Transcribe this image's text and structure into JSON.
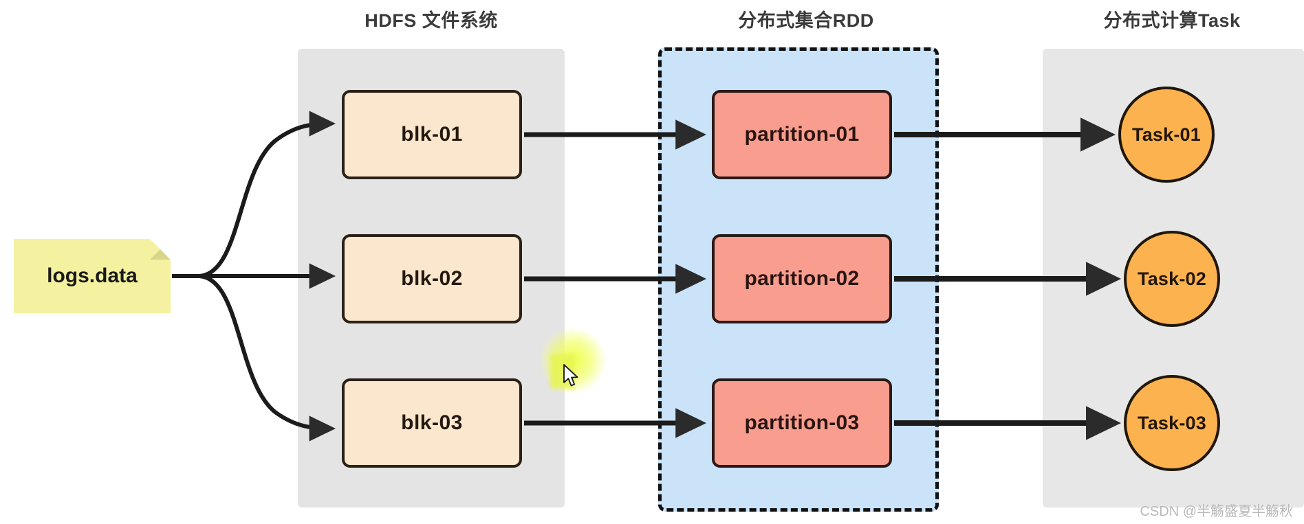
{
  "columns": {
    "hdfs_title": "HDFS 文件系统",
    "rdd_title": "分布式集合RDD",
    "task_title": "分布式计算Task"
  },
  "source": {
    "label": "logs.data",
    "icon": "file-note-icon",
    "color": "#f4f2a0"
  },
  "blocks": [
    {
      "label": "blk-01"
    },
    {
      "label": "blk-02"
    },
    {
      "label": "blk-03"
    }
  ],
  "partitions": [
    {
      "label": "partition-01"
    },
    {
      "label": "partition-02"
    },
    {
      "label": "partition-03"
    }
  ],
  "tasks": [
    {
      "label": "Task-01"
    },
    {
      "label": "Task-02"
    },
    {
      "label": "Task-03"
    }
  ],
  "panels": {
    "hdfs_fill": "#e4e4e4",
    "rdd_fill": "#cbe3f9",
    "rdd_border": "#111111",
    "task_fill": "#e7e7e7"
  },
  "colors": {
    "block_fill": "#fbe7cd",
    "partition_fill": "#f99d8f",
    "task_fill": "#fcb24e",
    "stroke": "#1b1b1b"
  },
  "cursor": {
    "icon": "mouse-pointer-icon",
    "highlight_color": "#e7f552"
  },
  "watermark": {
    "text": "CSDN @半觞盛夏半觞秋"
  }
}
